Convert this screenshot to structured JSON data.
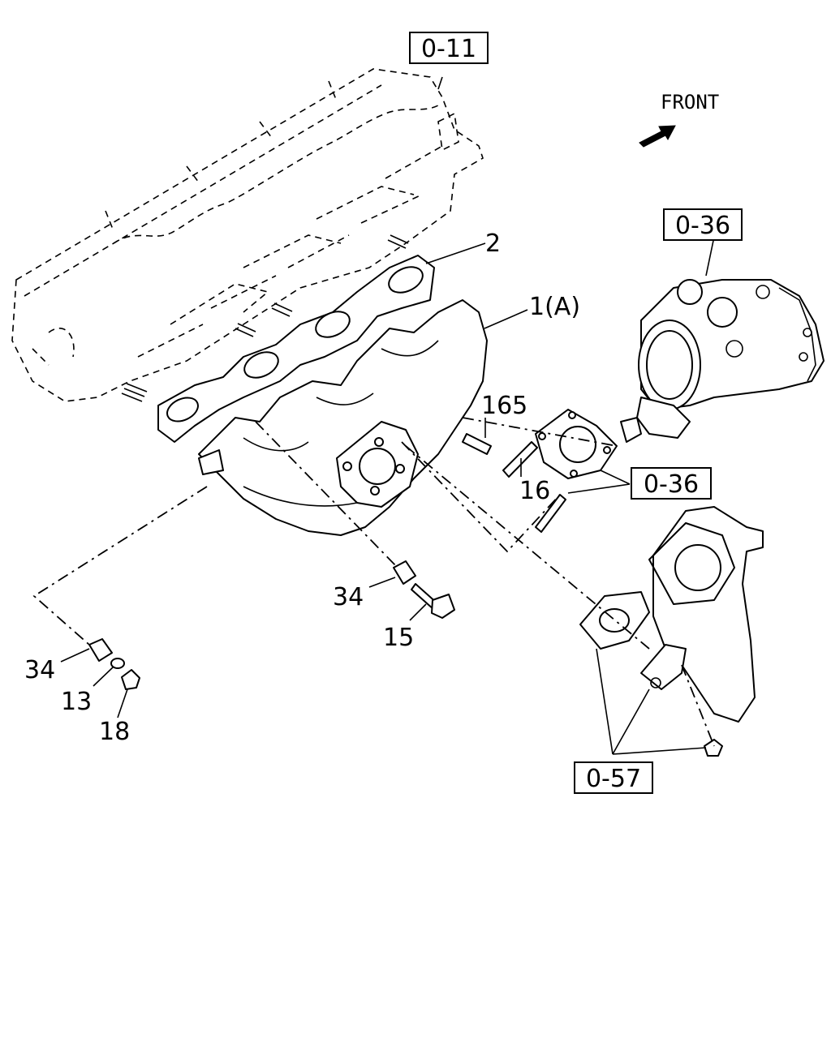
{
  "diagram": {
    "front_label": "FRONT",
    "refs": {
      "head": "0-11",
      "turbo_top": "0-36",
      "turbo_mid": "0-36",
      "bottom": "0-57"
    },
    "callouts": {
      "gasket": "2",
      "manifold": "1(A)",
      "stud_165": "165",
      "stud_16": "16",
      "spacer_upper": "34",
      "bolt": "15",
      "spacer_lower": "34",
      "washer": "13",
      "nut": "18"
    }
  }
}
